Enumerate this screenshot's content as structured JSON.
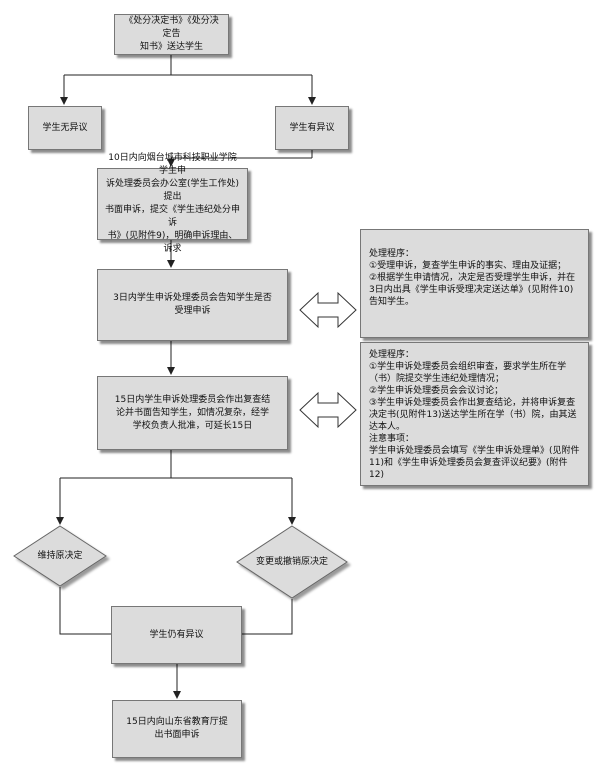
{
  "nodes": {
    "notify": "《处分决定书》《处分决定告\n知书》送达学生",
    "no_objection": "学生无异议",
    "objection": "学生有异议",
    "appeal": "10日内向烟台城市科技职业学院学生申\n诉处理委员会办公室(学生工作处)提出\n书面申诉，提交《学生违纪处分申诉\n书》(见附件9)，明确申诉理由、诉求",
    "inform_3day": "3日内学生申诉处理委员会告知学生是否\n受理申诉",
    "review_15day": "15日内学生申诉处理委员会作出复查结\n论并书面告知学生，如情况复杂，经学\n学校负责人批准，可延长15日",
    "still_objection": "学生仍有异议",
    "province_appeal": "15日内向山东省教育厅提\n出书面申诉"
  },
  "decisions": {
    "maintain": "维持原决定",
    "change": "变更或撤销原决定"
  },
  "note1": {
    "lines": [
      "处理程序：",
      "①受理申诉，复查学生申诉的事实、理由及证据；",
      "②根据学生申请情况，决定是否受理学生申诉，并在3日内出具《学生申诉受理决定送达单》(见附件10)告知学生。"
    ]
  },
  "note2": {
    "lines": [
      "处理程序：",
      "①学生申诉处理委员会组织审查，要求学生所在学（书）院提交学生违纪处理情况；",
      "②学生申诉处理委员会会议讨论；",
      "③学生申诉处理委员会作出复查结论，并将申诉复查决定书(见附件13)送达学生所在学（书）院，由其送达本人。",
      "注意事项：",
      "学生申诉处理委员会填写《学生申诉处理单》(见附件11)和《学生申诉处理委员会复查评议纪要》(附件12)"
    ]
  }
}
